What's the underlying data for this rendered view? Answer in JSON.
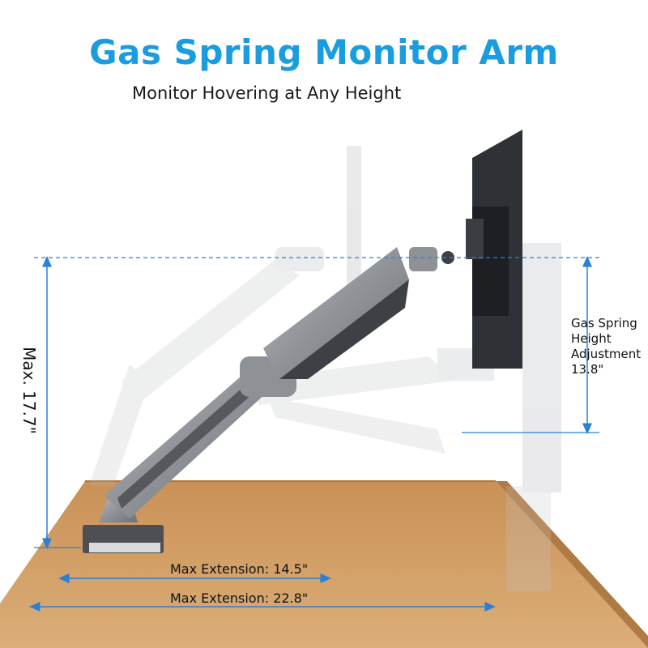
{
  "header": {
    "title": "Gas Spring Monitor Arm",
    "subtitle": "Monitor Hovering at Any Height"
  },
  "measurements": {
    "max_height_label": "Max. 17.7\"",
    "gas_spring_label_lines": [
      "Gas Spring",
      "Height",
      "Adjustment",
      "13.8\""
    ],
    "extension_short_label": "Max Extension: 14.5\"",
    "extension_long_label": "Max Extension: 22.8\""
  },
  "colors": {
    "title_blue": "#1a9de0",
    "dimension_line_blue": "#2a7fd6",
    "desk_wood": "#c9935a",
    "arm_silver": "#9a9ea3",
    "monitor_dark": "#2e3135"
  }
}
